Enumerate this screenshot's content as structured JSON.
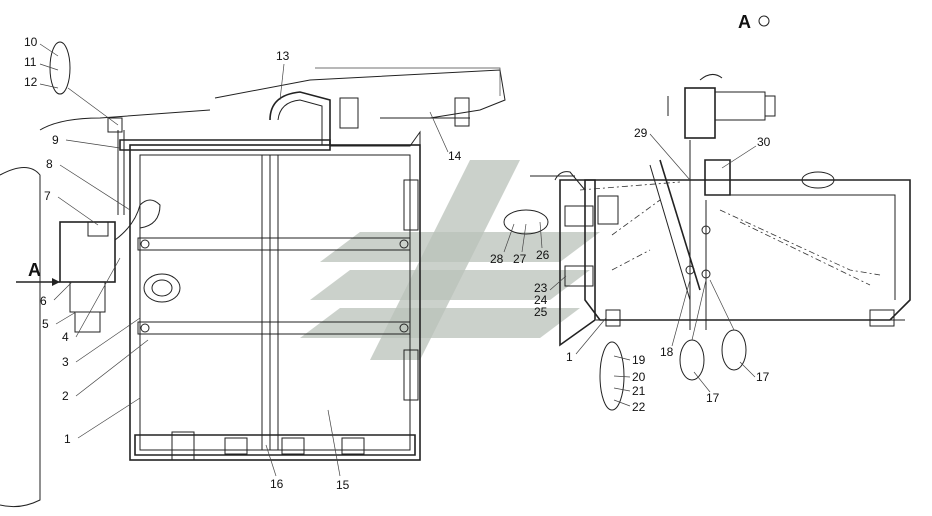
{
  "view_marker": "A",
  "view_title": "A",
  "callouts_left": [
    "10",
    "11",
    "12",
    "9",
    "8",
    "7",
    "6",
    "5",
    "4",
    "3",
    "2",
    "1",
    "13",
    "14",
    "16",
    "15"
  ],
  "callouts_right": [
    "29",
    "30",
    "28",
    "27",
    "26",
    "23",
    "24",
    "25",
    "1",
    "18",
    "19",
    "20",
    "21",
    "22",
    "17",
    "17"
  ]
}
